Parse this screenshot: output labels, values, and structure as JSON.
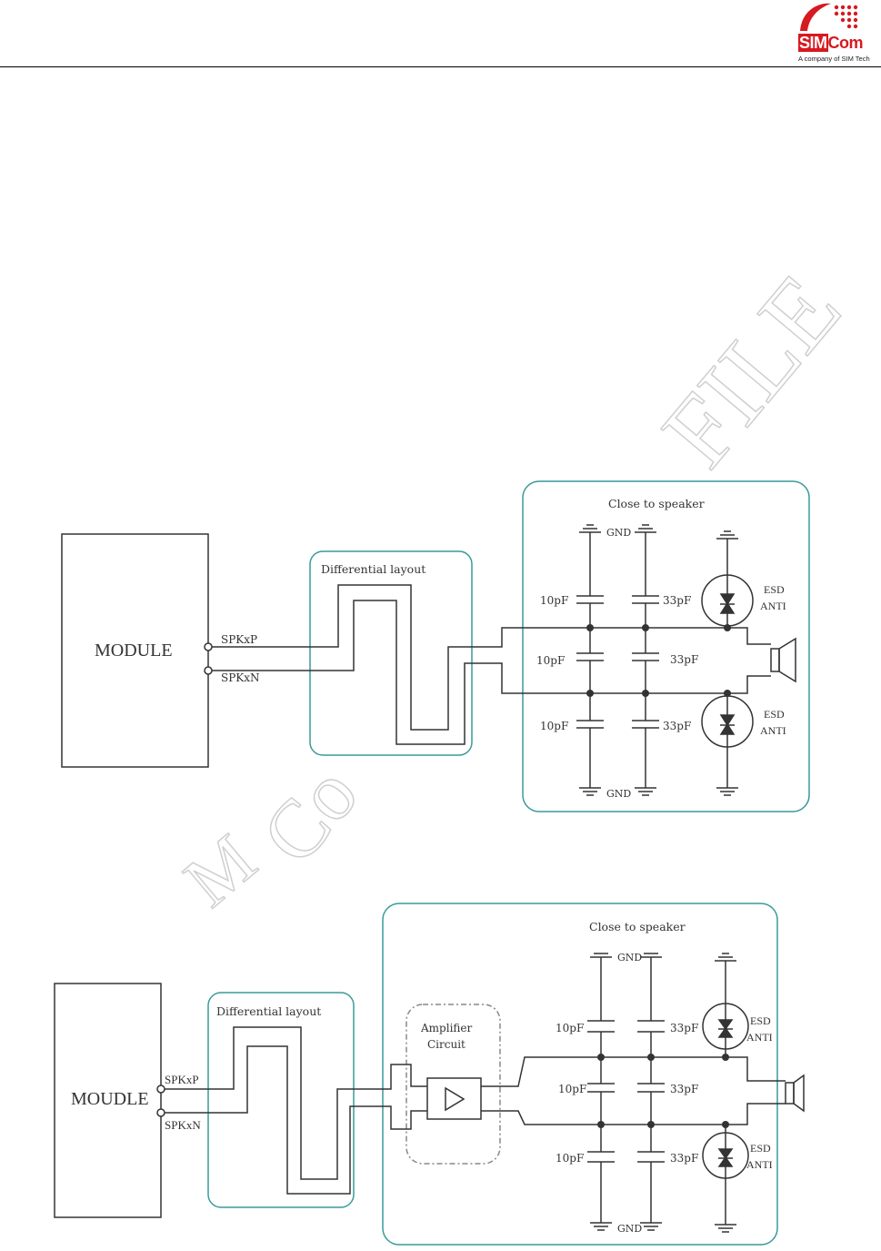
{
  "header": {
    "logo": {
      "sim": "SIM",
      "com": "Com",
      "tagline": "A company of SIM Tech"
    }
  },
  "watermark": {
    "part1": "FILE",
    "part2": "Co",
    "part3": "M"
  },
  "diagram1": {
    "module_label": "MODULE",
    "pin_p": "SPKxP",
    "pin_n": "SPKxN",
    "diff_label": "Differential layout",
    "speaker_label": "Close to speaker",
    "gnd_top": "GND",
    "gnd_bottom": "GND",
    "c10_top": "10pF",
    "c10_mid": "10pF",
    "c10_bot": "10pF",
    "c33_top": "33pF",
    "c33_mid": "33pF",
    "c33_bot": "33pF",
    "esd_top_1": "ESD",
    "esd_top_2": "ANTI",
    "esd_bot_1": "ESD",
    "esd_bot_2": "ANTI"
  },
  "diagram2": {
    "module_label": "MOUDLE",
    "pin_p": "SPKxP",
    "pin_n": "SPKxN",
    "diff_label": "Differential layout",
    "amp_label_1": "Amplifier",
    "amp_label_2": "Circuit",
    "speaker_label": "Close to speaker",
    "gnd_top": "GND",
    "gnd_bottom": "GND",
    "c10_top": "10pF",
    "c10_mid": "10pF",
    "c10_bot": "10pF",
    "c33_top": "33pF",
    "c33_mid": "33pF",
    "c33_bot": "33pF",
    "esd_top_1": "ESD",
    "esd_top_2": "ANTI",
    "esd_bot_1": "ESD",
    "esd_bot_2": "ANTI"
  },
  "colors": {
    "box": "#3a9a9a",
    "brand": "#d71920"
  }
}
